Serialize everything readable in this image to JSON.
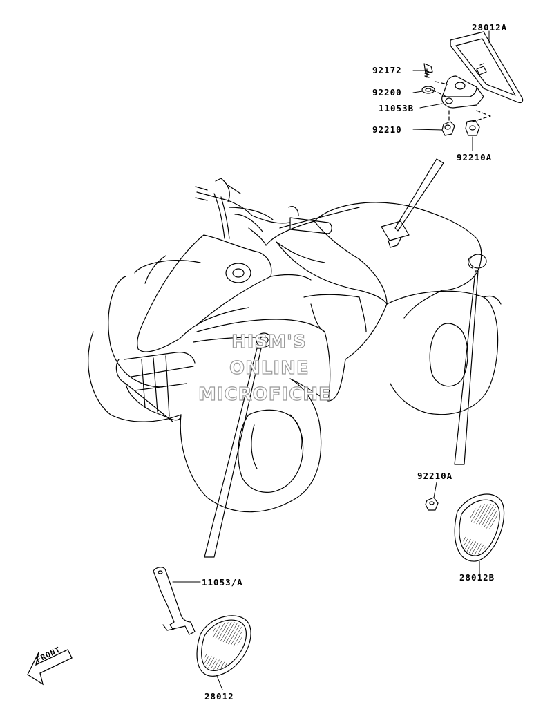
{
  "part_labels": {
    "p28012A": "28012A",
    "p92172": "92172",
    "p92200": "92200",
    "p11053B": "11053B",
    "p92210": "92210",
    "p92210A_top": "92210A",
    "p92210A_mid": "92210A",
    "p28012B": "28012B",
    "p11053A": "11053/A",
    "p28012": "28012"
  },
  "watermark": {
    "line1": "HISM'S",
    "line2": "ONLINE",
    "line3": "MICROFICHE"
  },
  "front_marker": {
    "text": "FRONT"
  },
  "colors": {
    "line": "#000000",
    "watermark_stroke": "#9a9a9a"
  }
}
